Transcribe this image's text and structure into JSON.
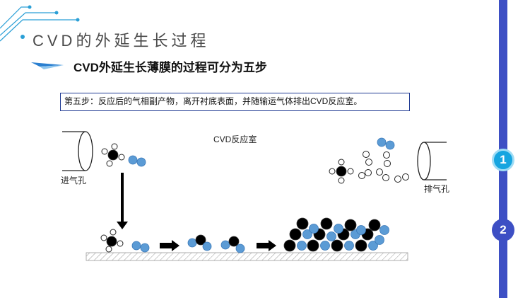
{
  "header": {
    "title": "CVD的外延生长过程",
    "subtitle": "CVD外延生长薄膜的过程可分为五步"
  },
  "step": {
    "text": "第五步：反应后的气相副产物，离开衬底表面，并随输运气体排出CVD反应室。"
  },
  "diagram": {
    "chamber_label": "CVD反应室",
    "inlet_label": "进气孔",
    "outlet_label": "排气孔"
  },
  "nav": {
    "badges": [
      "1",
      "2"
    ]
  },
  "colors": {
    "accent_blue": "#3d4fc4",
    "cyan": "#16a5e0",
    "atom_blue": "#5b9bd5",
    "atom_black": "#000000",
    "box_border": "#1f3a93"
  }
}
